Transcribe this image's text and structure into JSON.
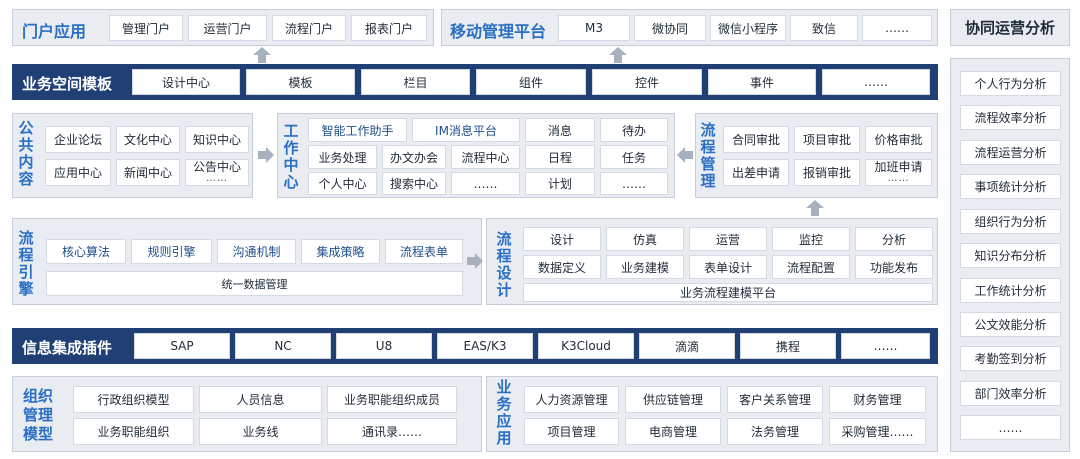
{
  "portal": {
    "title": "门户应用",
    "items": [
      "管理门户",
      "运营门户",
      "流程门户",
      "报表门户"
    ]
  },
  "mobile": {
    "title": "移动管理平台",
    "items": [
      "M3",
      "微协同",
      "微信小程序",
      "致信",
      "……"
    ]
  },
  "right_panel": {
    "title": "协同运营分析",
    "items": [
      "个人行为分析",
      "流程效率分析",
      "流程运营分析",
      "事项统计分析",
      "组织行为分析",
      "知识分布分析",
      "工作统计分析",
      "公文效能分析",
      "考勤签到分析",
      "部门效率分析",
      "……"
    ]
  },
  "template_bar": {
    "title": "业务空间模板",
    "items": [
      "设计中心",
      "模板",
      "栏目",
      "组件",
      "控件",
      "事件",
      "……"
    ]
  },
  "public_content": {
    "title": "公共内容",
    "items": [
      "企业论坛",
      "文化中心",
      "知识中心",
      "应用中心",
      "新闻中心"
    ],
    "last_item": "公告中心",
    "last_item_dots": "……"
  },
  "work_center": {
    "title": "工作中心",
    "items": [
      "智能工作助手",
      "IM消息平台",
      "消息",
      "待办",
      "业务处理",
      "办文办会",
      "流程中心",
      "日程",
      "任务",
      "个人中心",
      "搜索中心",
      "……",
      "计划",
      "……"
    ]
  },
  "process_mgmt": {
    "title": "流程管理",
    "items": [
      "合同审批",
      "项目审批",
      "价格审批",
      "出差申请",
      "报销审批"
    ],
    "last_item": "加班申请",
    "last_item_dots": "……"
  },
  "process_engine": {
    "title": "流程引擎",
    "items": [
      "核心算法",
      "规则引擎",
      "沟通机制",
      "集成策略",
      "流程表单"
    ],
    "bottom": "统一数据管理"
  },
  "process_design": {
    "title": "流程设计",
    "items": [
      "设计",
      "仿真",
      "运营",
      "监控",
      "分析",
      "数据定义",
      "业务建模",
      "表单设计",
      "流程配置",
      "功能发布"
    ],
    "bottom": "业务流程建模平台"
  },
  "integration_bar": {
    "title": "信息集成插件",
    "items": [
      "SAP",
      "NC",
      "U8",
      "EAS/K3",
      "K3Cloud",
      "滴滴",
      "携程",
      "……"
    ]
  },
  "org_model": {
    "title": "组织管理模型",
    "items": [
      "行政组织模型",
      "人员信息",
      "业务职能组织成员",
      "业务职能组织",
      "业务线",
      "通讯录……"
    ]
  },
  "business_apps": {
    "title": "业务应用",
    "items": [
      "人力资源管理",
      "供应链管理",
      "客户关系管理",
      "财务管理",
      "项目管理",
      "电商管理",
      "法务管理",
      "采购管理……"
    ]
  },
  "colors": {
    "dark_bar": "#1f3f75",
    "accent_blue": "#2a6fc4",
    "panel_bg": "#e9edf2",
    "arrow_gray": "#a7b1bd"
  }
}
